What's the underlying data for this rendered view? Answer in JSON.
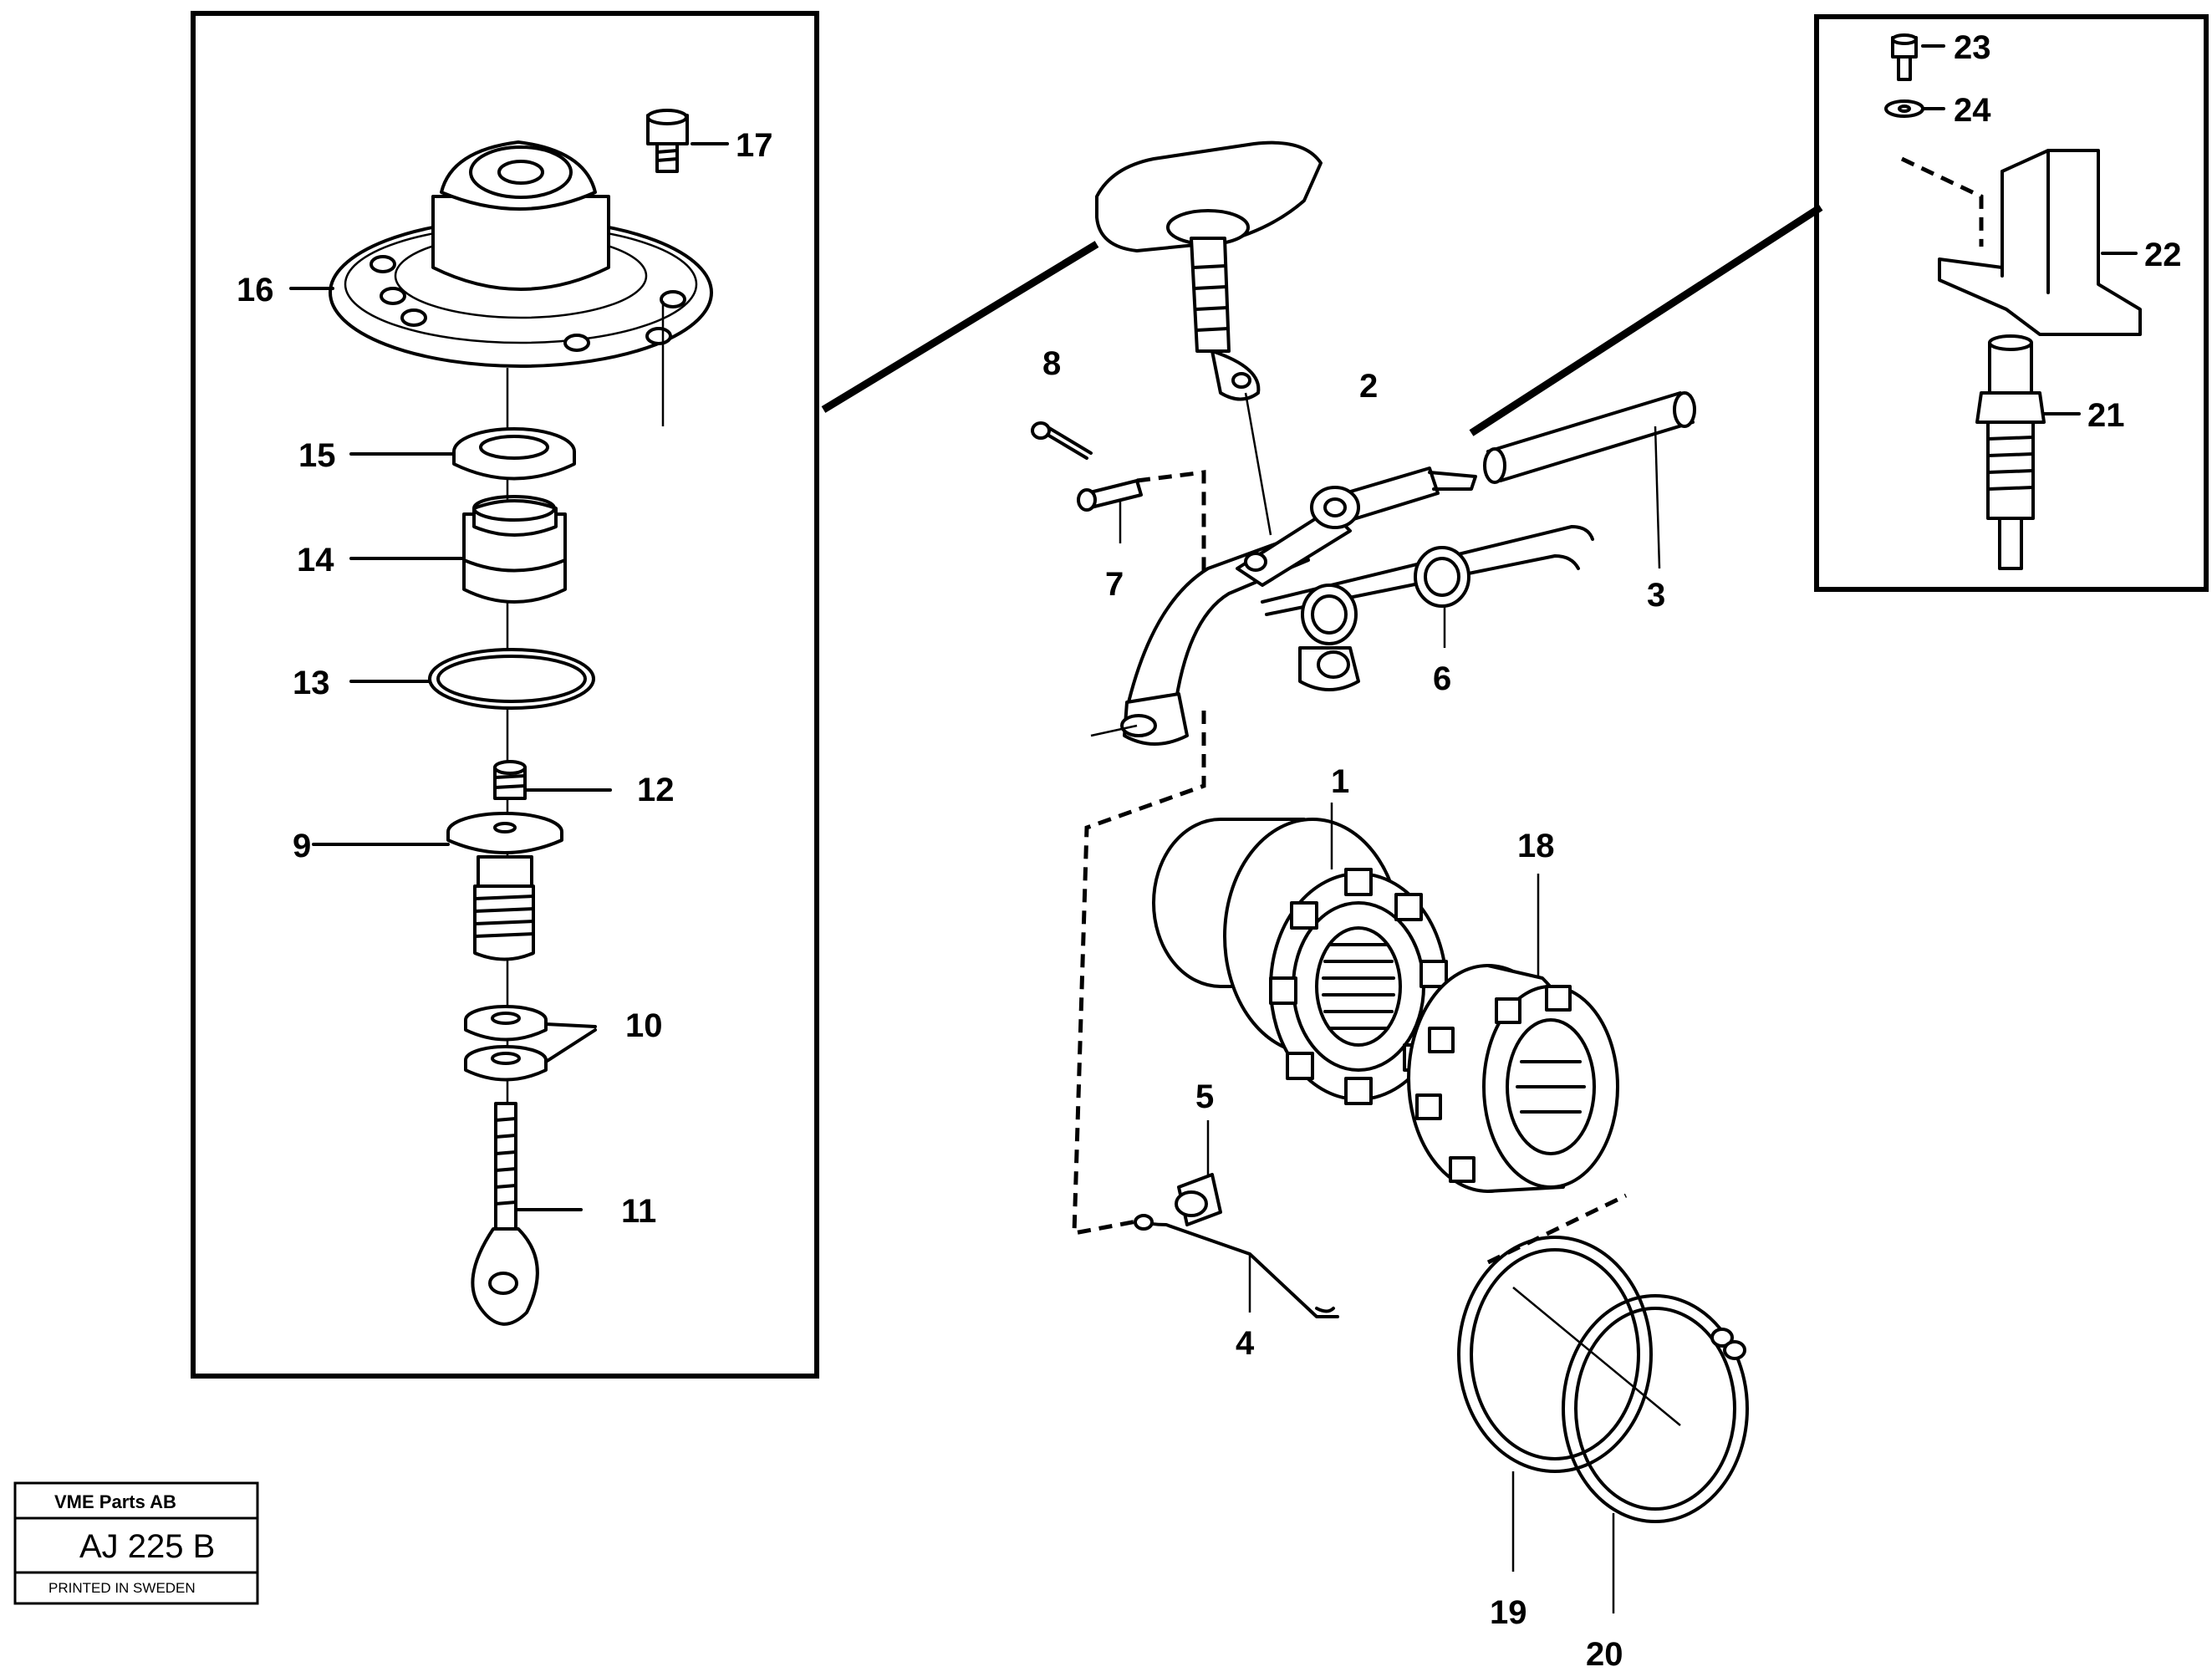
{
  "labels": {
    "n1": "1",
    "n2": "2",
    "n3": "3",
    "n4": "4",
    "n5": "5",
    "n6": "6",
    "n7": "7",
    "n8": "8",
    "n9": "9",
    "n10": "10",
    "n11": "11",
    "n12": "12",
    "n13": "13",
    "n14": "14",
    "n15": "15",
    "n16": "16",
    "n17": "17",
    "n18": "18",
    "n19": "19",
    "n20": "20",
    "n21": "21",
    "n22": "22",
    "n23": "23",
    "n24": "24"
  },
  "title_block": {
    "company": "VME Parts AB",
    "code": "AJ 225  B",
    "printed": "PRINTED IN SWEDEN"
  }
}
